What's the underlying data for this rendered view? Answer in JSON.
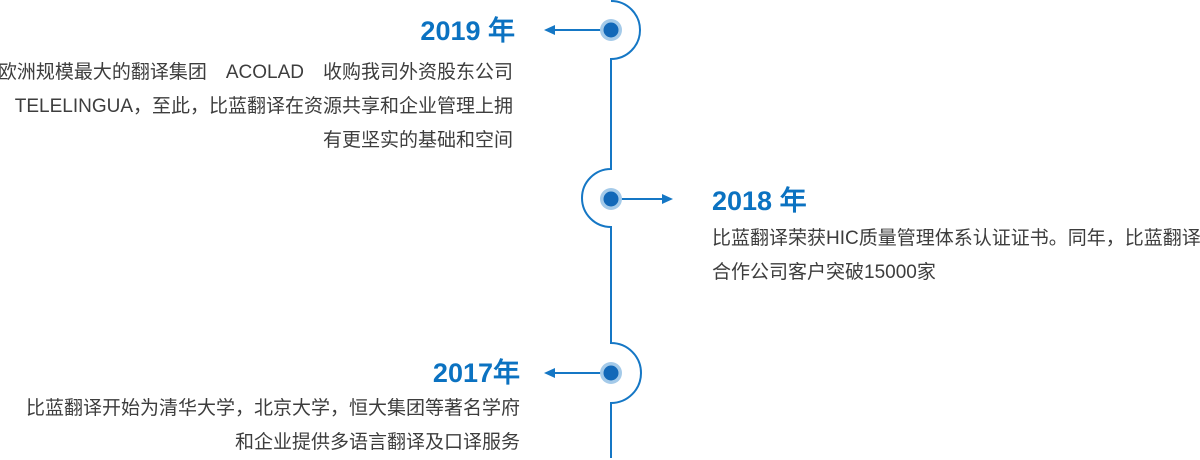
{
  "colors": {
    "accent_blue": "#0b72c1",
    "line_blue": "#1577c5",
    "dot_blue": "#1268b8",
    "dot_halo": "#a4cae9",
    "text_gray": "#3d3d3d"
  },
  "timeline": {
    "events": [
      {
        "year": "2019 年",
        "side": "left",
        "lines": [
          "欧洲规模最大的翻译集团　ACOLAD　收购我司外资股东公司",
          "TELELINGUA，至此，比蓝翻译在资源共享和企业管理上拥",
          "有更坚实的基础和空间"
        ]
      },
      {
        "year": "2018 年",
        "side": "right",
        "lines": [
          "比蓝翻译荣获HIC质量管理体系认证证书。同年，比蓝翻译",
          "合作公司客户突破15000家"
        ]
      },
      {
        "year": "2017年",
        "side": "left",
        "lines": [
          "比蓝翻译开始为清华大学，北京大学，恒大集团等著名学府",
          "和企业提供多语言翻译及口译服务"
        ]
      }
    ]
  }
}
